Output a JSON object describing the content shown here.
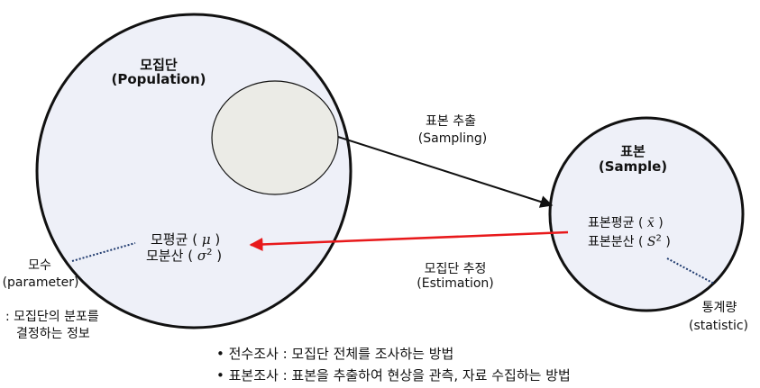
{
  "population": {
    "title": "모집단",
    "subtitle": "(Population)",
    "mean_label": "모평균",
    "mean_symbol": "μ",
    "var_label": "모분산",
    "var_symbol": "σ",
    "var_exp": "2"
  },
  "sample": {
    "title": "표본",
    "subtitle": "(Sample)",
    "mean_label": "표본평균",
    "mean_symbol": "x̄",
    "var_label": "표본분산",
    "var_symbol": "S",
    "var_exp": "2"
  },
  "arrows": {
    "sampling_label": "표본 추출",
    "sampling_sub": "(Sampling)",
    "estimation_label": "모집단 추정",
    "estimation_sub": "(Estimation)"
  },
  "parameter": {
    "label": "모수",
    "sub": "(parameter)",
    "desc_line1": ": 모집단의 분포를",
    "desc_line2": "결정하는 정보"
  },
  "statistic": {
    "label": "통계량",
    "sub": "(statistic)"
  },
  "bullets": [
    "전수조사 : 모집단 전체를 조사하는 방법",
    "표본조사 : 표본을 추출하여 현상을 관측, 자료 수집하는 방법"
  ],
  "colors": {
    "population_fill": "#eef0f8",
    "sample_fill": "#eef0f8",
    "inner_fill": "#ebebe6",
    "circle_stroke": "#111111",
    "estimation_arrow": "#e8191b",
    "dotted_line": "#1f3a6e"
  }
}
